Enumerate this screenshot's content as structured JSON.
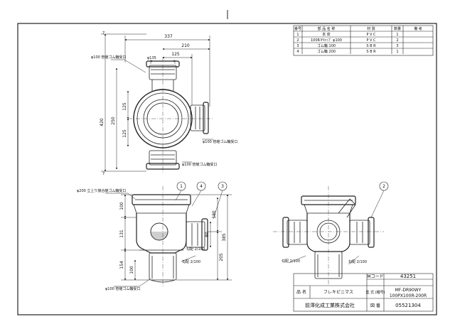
{
  "parts_table": {
    "headers": [
      "番号",
      "部 品 名 称",
      "材 質",
      "数量",
      "備 考"
    ],
    "rows": [
      [
        "1",
        "本 体",
        "P V C",
        "1",
        ""
      ],
      [
        "2",
        "100R-Yｷｬｯﾌﾟ φ100",
        "P V C",
        "2",
        ""
      ],
      [
        "3",
        "ゴム輪 100",
        "S B R",
        "3",
        ""
      ],
      [
        "4",
        "ゴム輪 200",
        "S B R",
        "1",
        ""
      ]
    ]
  },
  "plan_view": {
    "dim_overall": "337",
    "dim_210": "210",
    "dim_125_top": "125",
    "dim_phi135": "φ135",
    "dim_phi100_label": "φ100 管継ゴム輪受口",
    "dim_420": "420",
    "dim_250": "250",
    "dim_125_upper": "125",
    "dim_125_lower": "125",
    "right_outlet_label": "φ100 管継ゴム輪受口",
    "bottom_outlet_label": "φ100 管継ゴム輪受口",
    "dim_7_top": "7",
    "dim_7_bottom": "7"
  },
  "front_view": {
    "top_label": "φ200 立上り接合継ゴム輪受口",
    "dim_100_top": "100",
    "dim_131": "131",
    "dim_154": "154",
    "dim_100_bottom": "100",
    "dim_180": "180",
    "dim_80": "80",
    "dim_385": "385",
    "dim_205": "205",
    "slope_label_1": "勾配 2/100",
    "slope_label_2": "勾配 2/100",
    "bottom_label": "φ100 管継ゴム輪受口",
    "balloons": [
      "1",
      "4",
      "3"
    ]
  },
  "side_view": {
    "slope_left": "勾配 2/100",
    "slope_right": "勾配 2/100",
    "balloon": "2"
  },
  "title_block": {
    "mcode_label": "Mコード",
    "mcode_value": "43251",
    "name_label": "品 名",
    "name_value": "フレキピニマス",
    "model_label": "型 式 (種号)",
    "model_value_1": "MF-DR90WY",
    "model_value_2": "100PX100R-200R",
    "company": "前澤化成工業株式会社",
    "code_label": "図 番",
    "code_value": "05521304"
  }
}
